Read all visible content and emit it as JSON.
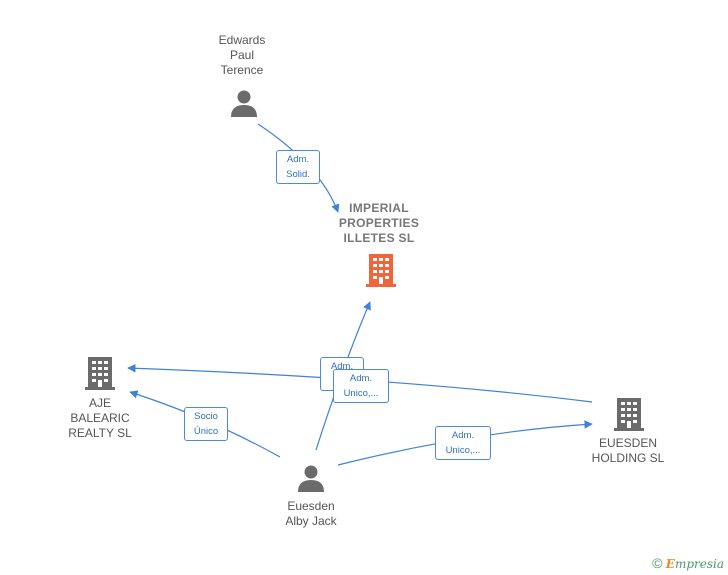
{
  "nodes": {
    "edwards": {
      "label": "Edwards\nPaul\nTerence",
      "kind": "person"
    },
    "imperial": {
      "label": "IMPERIAL\nPROPERTIES\nILLETES  SL",
      "kind": "company-main"
    },
    "aje": {
      "label": "AJE\nBALEARIC\nREALTY  SL",
      "kind": "company"
    },
    "euesden_holding": {
      "label": "EUESDEN\nHOLDING  SL",
      "kind": "company"
    },
    "euesden_alby": {
      "label": "Euesden\nAlby Jack",
      "kind": "person"
    }
  },
  "edges": [
    {
      "from": "edwards",
      "to": "imperial",
      "label": "Adm.\nSolid."
    },
    {
      "from": "euesden_alby",
      "to": "imperial",
      "label": "Adm.\nS..."
    },
    {
      "from": "euesden_holding",
      "to": "aje",
      "label": "Adm.\nUnico,..."
    },
    {
      "from": "euesden_alby",
      "to": "aje",
      "label": "Socio\nÚnico"
    },
    {
      "from": "euesden_alby",
      "to": "euesden_holding",
      "label": "Adm.\nUnico,..."
    }
  ],
  "colors": {
    "edge": "#3d82d6",
    "person_icon": "#6b6b6b",
    "company_icon": "#6b6b6b",
    "main_company_icon": "#f0663a"
  },
  "footer": {
    "copyright": "©",
    "brand_initial": "E",
    "brand_rest": "mpresia"
  }
}
